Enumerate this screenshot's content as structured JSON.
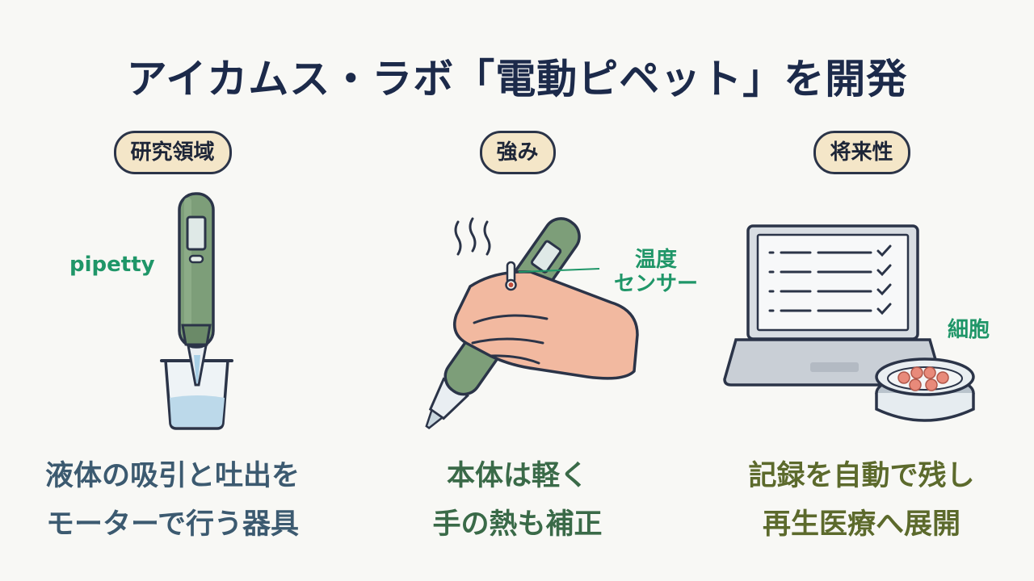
{
  "title": "アイカムス・ラボ「電動ピペット」を開発",
  "columns": [
    {
      "pill": "研究領域",
      "label": "pipetty",
      "caption_lines": [
        "液体の吸引と吐出を",
        "モーターで行う器具"
      ]
    },
    {
      "pill": "強み",
      "label_lines": [
        "温度",
        "センサー"
      ],
      "caption_lines": [
        "本体は軽く",
        "手の熱も補正"
      ]
    },
    {
      "pill": "将来性",
      "label": "細胞",
      "caption_lines": [
        "記録を自動で残し",
        "再生医療へ展開"
      ]
    }
  ],
  "colors": {
    "title": "#1c2a4a",
    "pill_bg": "#f4e6c8",
    "label_green": "#1f9668",
    "pipette_green": "#7d9e79",
    "caption1": "#3c5a70",
    "caption2": "#3a6a48",
    "caption3": "#5c6a2c"
  },
  "icons": [
    "electric-pipette-icon",
    "beaker-icon",
    "hand-holding-pipette-icon",
    "heat-waves-icon",
    "thermometer-icon",
    "laptop-checklist-icon",
    "petri-dish-icon"
  ]
}
